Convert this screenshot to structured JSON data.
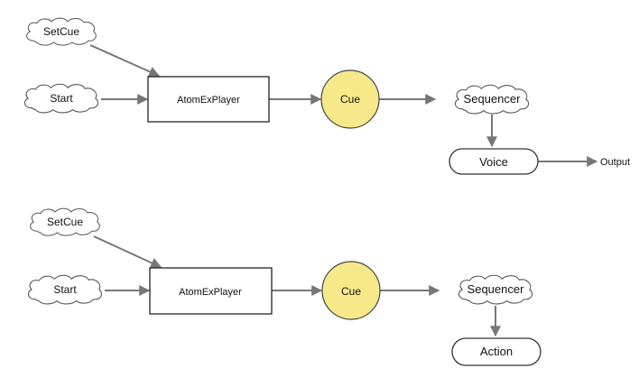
{
  "diagrams": [
    {
      "setcue": "SetCue",
      "start": "Start",
      "player": "AtomExPlayer",
      "cue": "Cue",
      "sequencer": "Sequencer",
      "voice": "Voice",
      "output": "Output"
    },
    {
      "setcue": "SetCue",
      "start": "Start",
      "player": "AtomExPlayer",
      "cue": "Cue",
      "sequencer": "Sequencer",
      "action": "Action"
    }
  ],
  "colors": {
    "cue_fill": "#f7e98a",
    "edge": "#777777"
  }
}
